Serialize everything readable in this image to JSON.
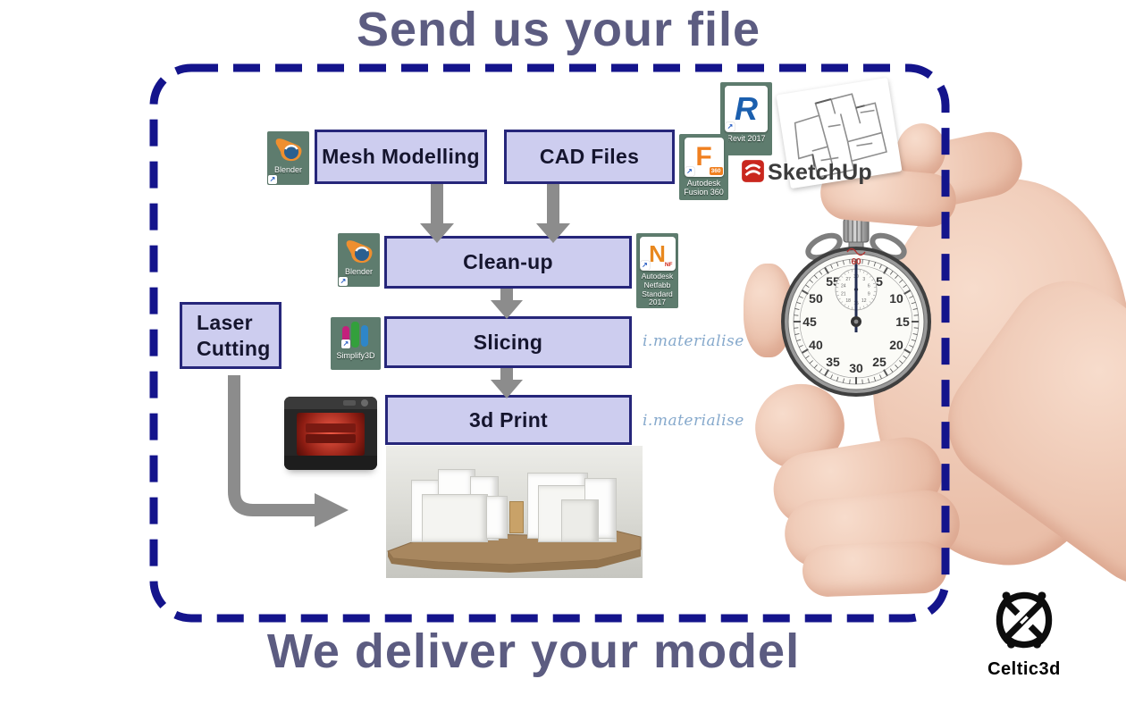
{
  "titles": {
    "top": "Send us your file",
    "bottom": "We deliver your model"
  },
  "flow": {
    "mesh_modelling": "Mesh Modelling",
    "cad_files": "CAD Files",
    "clean_up": "Clean-up",
    "slicing": "Slicing",
    "print_3d": "3d Print",
    "laser_cutting": "Laser Cutting"
  },
  "icons": {
    "blender": {
      "label": "Blender"
    },
    "revit": {
      "label": "Revit 2017",
      "letter": "R"
    },
    "fusion": {
      "label": "Autodesk Fusion 360",
      "letter": "F",
      "badge": "360"
    },
    "netfabb": {
      "label": "Autodesk Netfabb Standard 2017",
      "letter": "N",
      "badge": "NF"
    },
    "simplify3d": {
      "label": "Simplify3D"
    },
    "sketchup": {
      "label": "SketchUp"
    }
  },
  "partners": {
    "imaterialise_slicing": "i.materialise",
    "imaterialise_print": "i.materialise"
  },
  "branding": {
    "celtic3d": "Celtic3d"
  },
  "stopwatch": {
    "zero_label": "60",
    "dial_numbers": [
      5,
      10,
      15,
      20,
      25,
      30,
      35,
      40,
      45,
      50,
      55
    ],
    "subdial_numbers": [
      3,
      6,
      9,
      12,
      15,
      18,
      21,
      24,
      27,
      30
    ]
  },
  "colors": {
    "border_navy": "#14148c",
    "box_fill": "#cdcdef",
    "box_border": "#26267a",
    "title": "#5c5c81",
    "arrow_gray": "#8c8c8c",
    "icon_bg": "#5e7c6e",
    "imaterialise_blue": "#86a9cc",
    "sketchup_red": "#c9271e"
  }
}
